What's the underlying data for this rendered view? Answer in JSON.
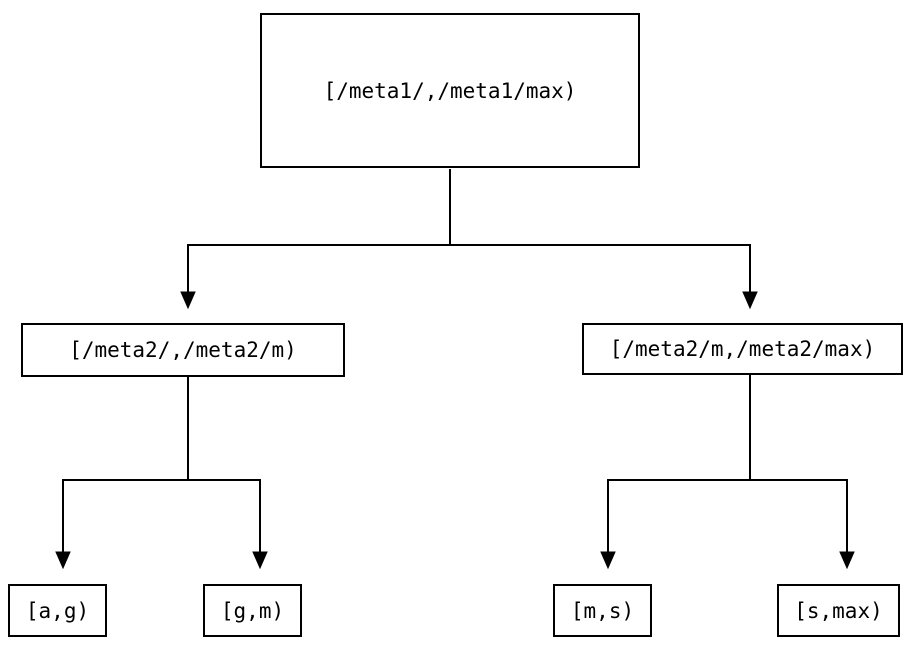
{
  "diagram": {
    "background_color": "#ffffff",
    "line_color": "#000000",
    "nodes": {
      "root": {
        "label": "[/meta1/,/meta1/max)"
      },
      "meta2_low": {
        "label": "[/meta2/,/meta2/m)"
      },
      "meta2_high": {
        "label": "[/meta2/m,/meta2/max)"
      },
      "leaf_a_g": {
        "label": "[a,g)"
      },
      "leaf_g_m": {
        "label": "[g,m)"
      },
      "leaf_m_s": {
        "label": "[m,s)"
      },
      "leaf_s_max": {
        "label": "[s,max)"
      }
    },
    "edges": [
      {
        "from": "root",
        "to": "meta2_low"
      },
      {
        "from": "root",
        "to": "meta2_high"
      },
      {
        "from": "meta2_low",
        "to": "leaf_a_g"
      },
      {
        "from": "meta2_low",
        "to": "leaf_g_m"
      },
      {
        "from": "meta2_high",
        "to": "leaf_m_s"
      },
      {
        "from": "meta2_high",
        "to": "leaf_s_max"
      }
    ]
  }
}
